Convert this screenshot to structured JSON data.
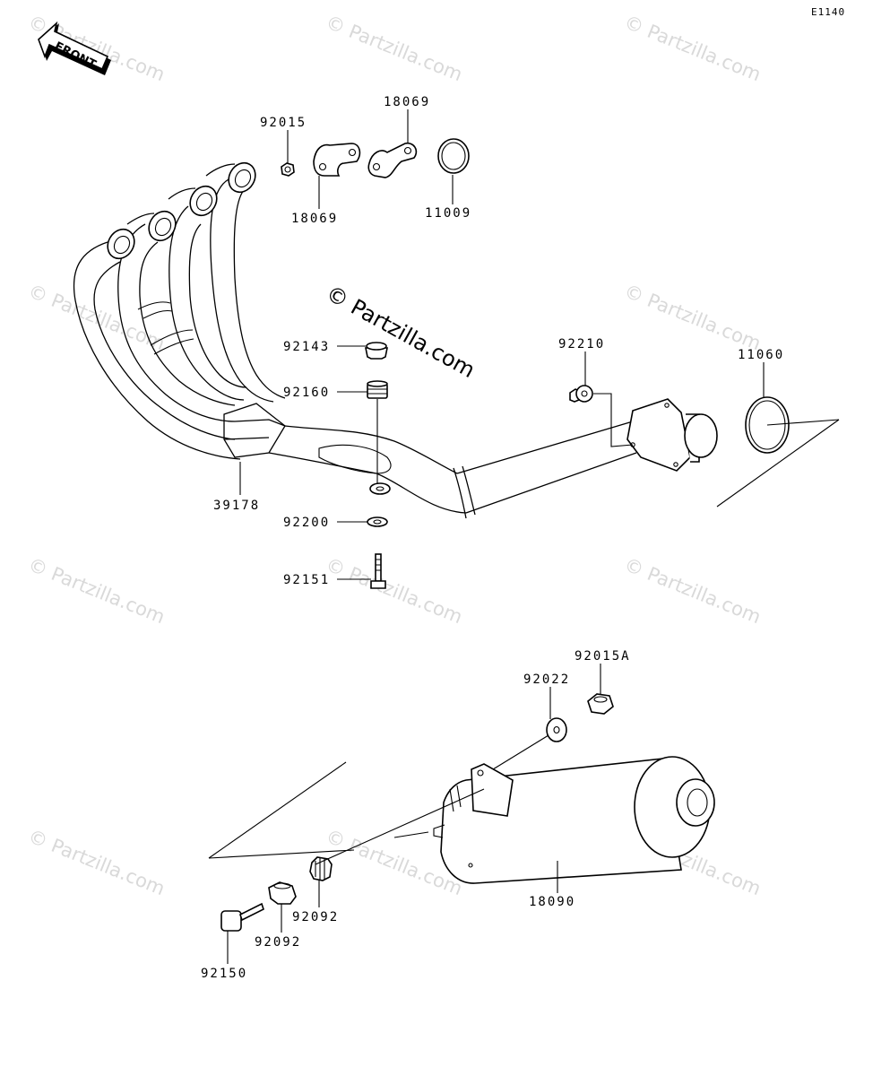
{
  "diagram_code": "E1140",
  "front_label": "FRONT",
  "center_watermark": "© Partzilla.com",
  "watermark_text": "© Partzilla.com",
  "parts": {
    "p92015": "92015",
    "p18069_top": "18069",
    "p18069_bottom": "18069",
    "p11009": "11009",
    "p92143": "92143",
    "p92160": "92160",
    "p92210": "92210",
    "p11060": "11060",
    "p39178": "39178",
    "p92200": "92200",
    "p92151": "92151",
    "p92015A": "92015A",
    "p92022": "92022",
    "p18090": "18090",
    "p92092_right": "92092",
    "p92092_left": "92092",
    "p92150": "92150"
  }
}
